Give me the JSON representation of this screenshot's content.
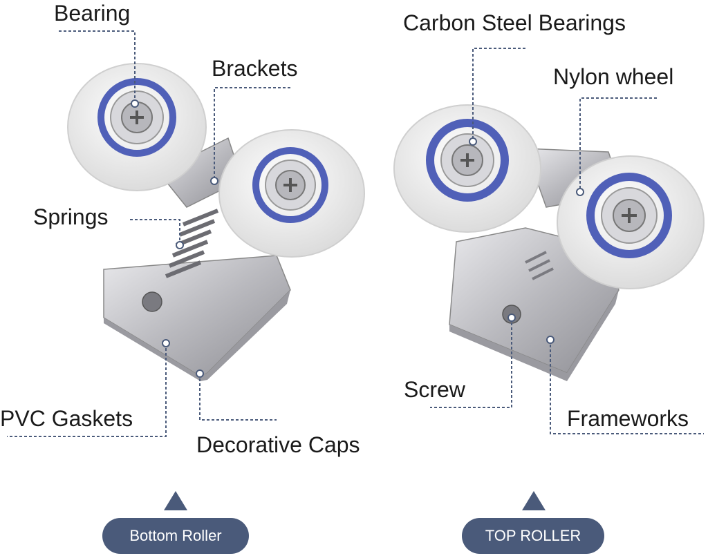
{
  "labels": {
    "bearing": "Bearing",
    "brackets": "Brackets",
    "springs": "Springs",
    "pvc_gaskets": "PVC Gaskets",
    "decorative_caps": "Decorative Caps",
    "carbon_steel_bearings": "Carbon Steel Bearings",
    "nylon_wheel": "Nylon wheel",
    "screw": "Screw",
    "frameworks": "Frameworks"
  },
  "captions": {
    "bottom": "Bottom Roller",
    "top": "TOP ROLLER"
  },
  "colors": {
    "accent": "#4a5a7a",
    "bearing_ring": "#5060b8",
    "metal": "#c8c8cc",
    "wheel": "#f2f2f2"
  }
}
